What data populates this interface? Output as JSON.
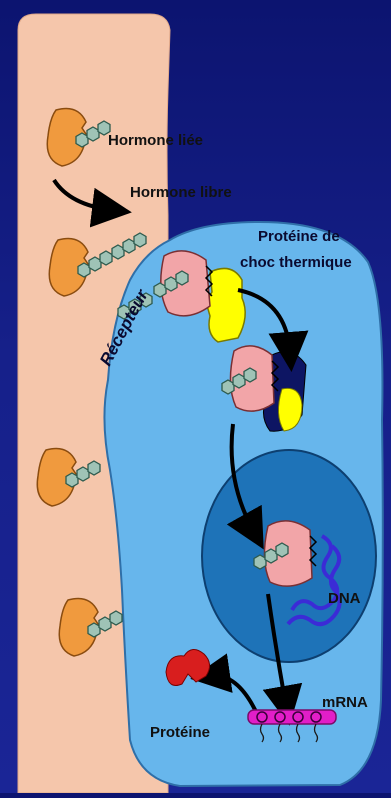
{
  "labels": {
    "hormone_liee": "Hormone liée",
    "hormone_libre": "Hormone libre",
    "hsp_line1": "Protéine de",
    "hsp_line2": "choc thermique",
    "recepteur": "Récepteur",
    "dna": "DNA",
    "mrna": "mRNA",
    "proteine": "Protéine"
  },
  "colors": {
    "background": "#131c82",
    "plasma": "#f5c6ab",
    "cell": "#67b6ec",
    "nucleus": "#1e73b8",
    "hormone_carrier": "#f09a3e",
    "hormone": "#9fc3b6",
    "receptor": "#f2a5a8",
    "heat_shock_protein": "#ffff00",
    "dna": "#3b2bd6",
    "mrna": "#e21ec8",
    "protein": "#d81e1e"
  }
}
